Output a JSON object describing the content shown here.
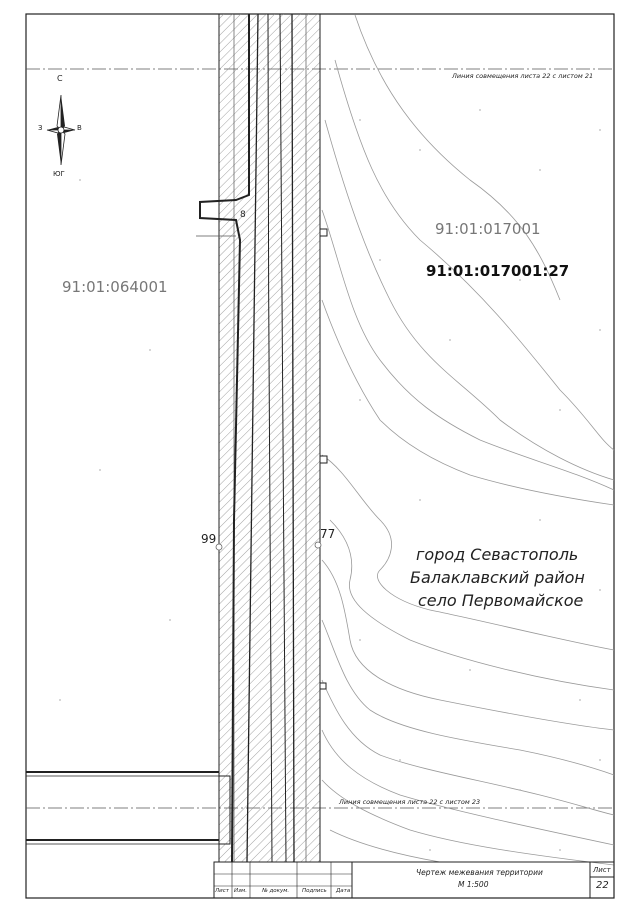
{
  "map": {
    "cadastral_quarter_left": "91:01:064001",
    "cadastral_quarter_right": "91:01:017001",
    "parcel_number": "91:01:017001:27",
    "locality_line1": "город Севастополь",
    "locality_line2": "Балаклавский район",
    "locality_line3": "село Первомайское",
    "point_left": "99",
    "point_right": "77",
    "point_small": "8",
    "match_line_top": "Линия совмещения листа 22 с листом 21",
    "match_line_bottom": "Линия совмещения листа 22 с листом 23"
  },
  "compass": {
    "north": "С",
    "south": "ЮГ",
    "west": "З",
    "east": "В"
  },
  "title_block": {
    "drawing_title": "Чертеж межевания территории",
    "scale": "М 1:500",
    "sheet_label": "Лист",
    "sheet_number": "22",
    "col_sheet": "Лист",
    "col_change": "Изм.",
    "col_doc": "№ докум.",
    "col_sign": "Подпись",
    "col_date": "Дата"
  },
  "colors": {
    "line": "#222222",
    "thin": "#555555",
    "hatch": "#8a8a8a",
    "contour": "#9a9a9a"
  }
}
